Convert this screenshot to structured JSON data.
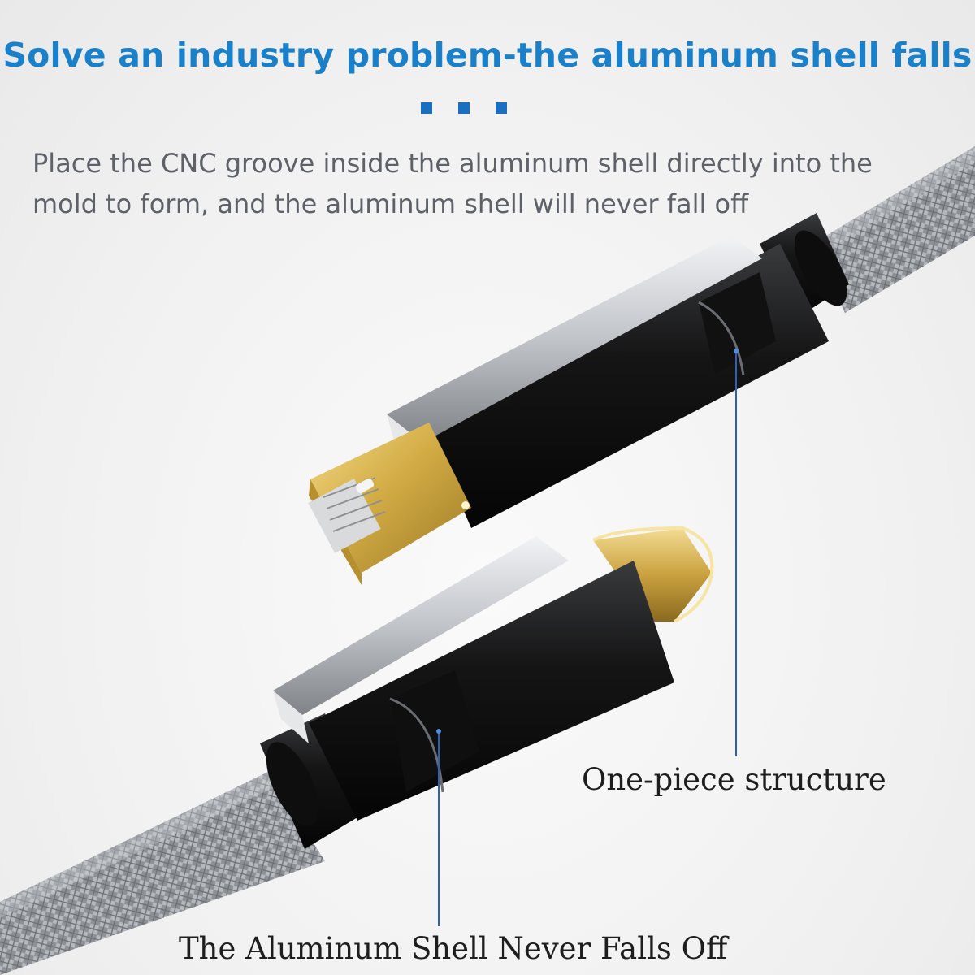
{
  "headline": "Solve an industry problem-the aluminum shell falls",
  "subtext": "Place the CNC groove inside the aluminum shell directly into the mold to form, and the aluminum shell will never fall off",
  "callouts": {
    "one_piece": "One-piece structure",
    "never_falls": "The Aluminum Shell Never Falls Off"
  },
  "colors": {
    "headline": "#1a80c9",
    "accent_dots": "#1a6fc0",
    "body_text": "#5e6268",
    "callout_line": "#2a62b8",
    "gold_plug": "#d6b14a",
    "housing": "#141414",
    "shell": "#c9ccd0"
  },
  "icons": {
    "decor": "three-square-dots",
    "product_top": "mini-displayport-connector",
    "product_bottom": "usb-c-connector",
    "cable": "braided-cable"
  }
}
